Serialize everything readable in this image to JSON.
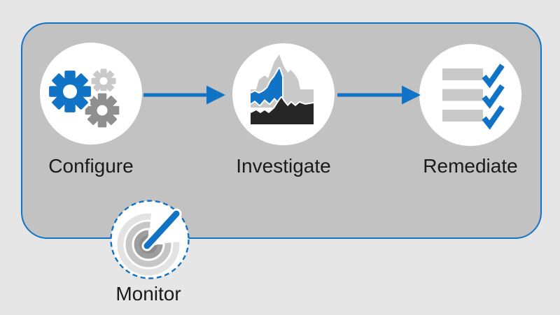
{
  "diagram": {
    "type": "process-flow",
    "steps": [
      {
        "id": "configure",
        "label": "Configure",
        "icon": "gears-icon"
      },
      {
        "id": "investigate",
        "label": "Investigate",
        "icon": "area-chart-icon"
      },
      {
        "id": "remediate",
        "label": "Remediate",
        "icon": "checklist-icon"
      },
      {
        "id": "monitor",
        "label": "Monitor",
        "icon": "radar-target-icon"
      }
    ],
    "connections": [
      {
        "from": "Configure",
        "to": "Investigate",
        "style": "solid-arrow"
      },
      {
        "from": "Investigate",
        "to": "Remediate",
        "style": "solid-arrow"
      }
    ],
    "colors": {
      "accent_blue": "#1173c5",
      "container_fill": "#c2c2c2",
      "page_background": "#e6e6e6",
      "node_fill": "#ffffff",
      "icon_black": "#262626",
      "icon_gray_dark": "#8f8f8f",
      "icon_gray_medium": "#9e9e9e",
      "icon_gray_light": "#c9c9c9",
      "icon_gray_faint": "#e3e3e3",
      "label_text": "#1a1a1a"
    }
  }
}
